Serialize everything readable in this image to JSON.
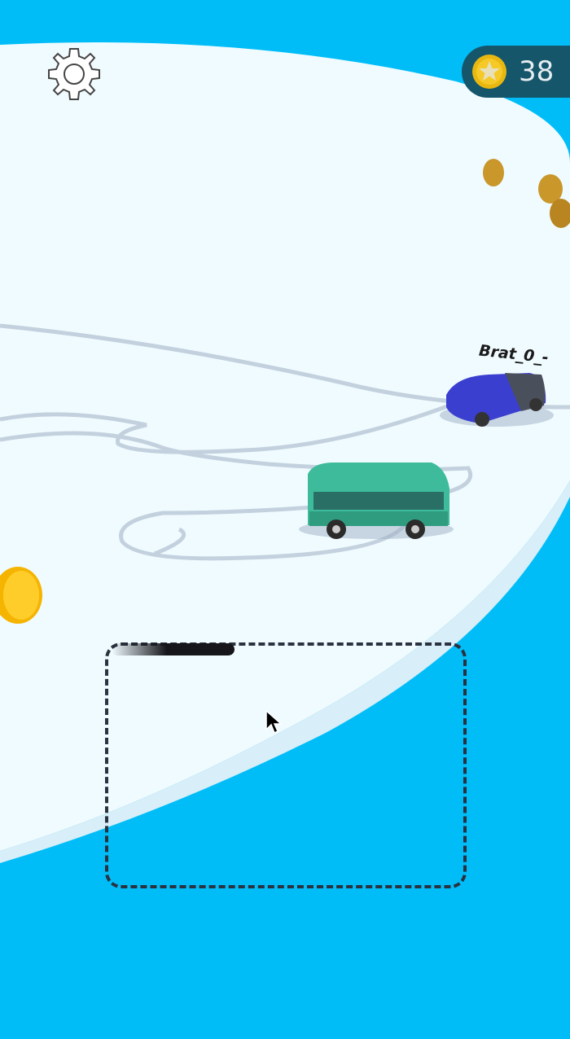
{
  "hud": {
    "coin_count": "38",
    "settings_icon": "gear-icon",
    "coin_icon": "star-coin-icon"
  },
  "opponent": {
    "name": "Brat_0_-"
  },
  "draw_panel": {
    "ink_remaining_fraction": 0.3
  },
  "colors": {
    "water": "#00bdf8",
    "track": "#f0fbff",
    "hud_badge": "#15566a",
    "coin": "#f2c419",
    "van": "#3dbb9a",
    "opponent_car": "#3a3fd0"
  }
}
